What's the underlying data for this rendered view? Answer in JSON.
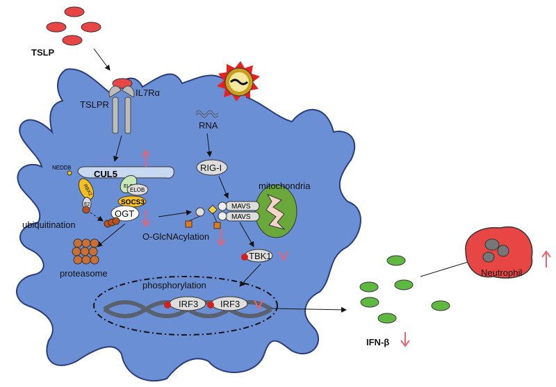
{
  "labels": {
    "tslp": "TSLP",
    "tslpr": "TSLPR",
    "il7ra": "IL7Rα",
    "rna": "RNA",
    "rigi": "RIG-I",
    "mitochondria": "mitochondria",
    "mavs1": "MAVS",
    "mavs2": "MAVS",
    "nedd8": "NEDD8",
    "cul5": "CUL5",
    "rbx2": "RBX2",
    "e2": "E2",
    "eloc": "ELOC",
    "elob": "ELOB",
    "socs3": "SOCS3",
    "ogt": "OGT",
    "ubiquitination": "ubiquitination",
    "proteasome": "proteasome",
    "oglcnac": "O-GlcNAcylation",
    "tbk1": "TBK1",
    "phosphorylation": "phosphorylation",
    "irf3a": "IRF3",
    "irf3b": "IRF3",
    "ifnb": "IFN-β",
    "neutrophil": "Neutrophil"
  },
  "colors": {
    "cell": "#6b8fd4",
    "tslp": "#e84545",
    "ifn": "#5fb83f",
    "up_down_arrow": "#f0606a",
    "neutrophil": "#e84545"
  }
}
